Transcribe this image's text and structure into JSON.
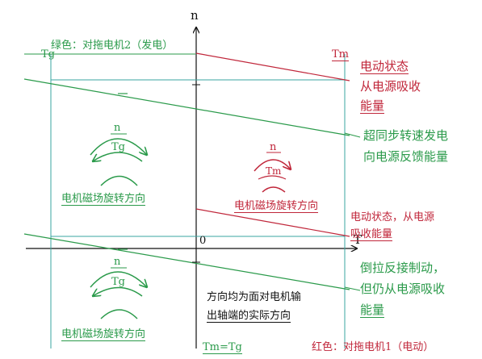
{
  "colors": {
    "green": "#2a9a4a",
    "red": "#c0263a",
    "teal": "#3aa6a0",
    "axis": "#111111"
  },
  "axes": {
    "y_label": "n",
    "x_label": "T",
    "origin_label": "0"
  },
  "labels": {
    "green_title": "绿色：对拖电机2（发电）",
    "red_title": "红色：对拖电机1（电动）",
    "tg_top_left": "Tg",
    "tm_top_right": "Tm",
    "tm_eq_tg": "Tm=Tg",
    "motor_state_top": [
      "电动状态",
      "从电源吸收",
      "能量"
    ],
    "super_sync": [
      "超同步转速发电",
      "向电源反馈能量"
    ],
    "motor_state_mid": [
      "电动状态，从电源",
      "吸收能量"
    ],
    "reverse_brake": [
      "倒拉反接制动，",
      "但仍从电源吸收",
      "能量"
    ],
    "direction_note": [
      "方向均为面对电机输",
      "出轴端的实际方向"
    ],
    "field_dir_upper_left": "电机磁场旋转方向",
    "field_dir_center": "电机磁场旋转方向",
    "field_dir_lower_left": "电机磁场旋转方向"
  },
  "rotation_icons": {
    "upper_left": {
      "n": "n",
      "t": "Tg"
    },
    "center": {
      "n": "n",
      "t": "Tm"
    },
    "lower_left": {
      "n": "n",
      "t": "Tg"
    }
  }
}
